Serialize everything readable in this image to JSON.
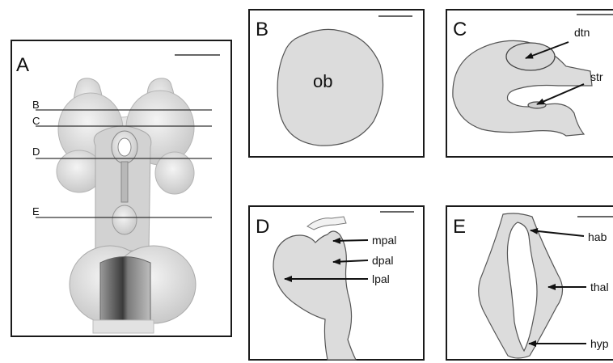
{
  "figure": {
    "panels": [
      {
        "id": "A",
        "label": "A",
        "section_lines": [
          "B",
          "C",
          "D",
          "E"
        ]
      },
      {
        "id": "B",
        "label": "B",
        "annotations": [
          "ob"
        ]
      },
      {
        "id": "C",
        "label": "C",
        "annotations": [
          "dtn",
          "str"
        ]
      },
      {
        "id": "D",
        "label": "D",
        "annotations": [
          "mpal",
          "dpal",
          "lpal"
        ]
      },
      {
        "id": "E",
        "label": "E",
        "annotations": [
          "hab",
          "thal",
          "hyp"
        ]
      }
    ],
    "colors": {
      "tissue_fill": "#dcdcdc",
      "outline": "#555555",
      "frame": "#1a1a1a",
      "arrow": "#111111"
    }
  }
}
